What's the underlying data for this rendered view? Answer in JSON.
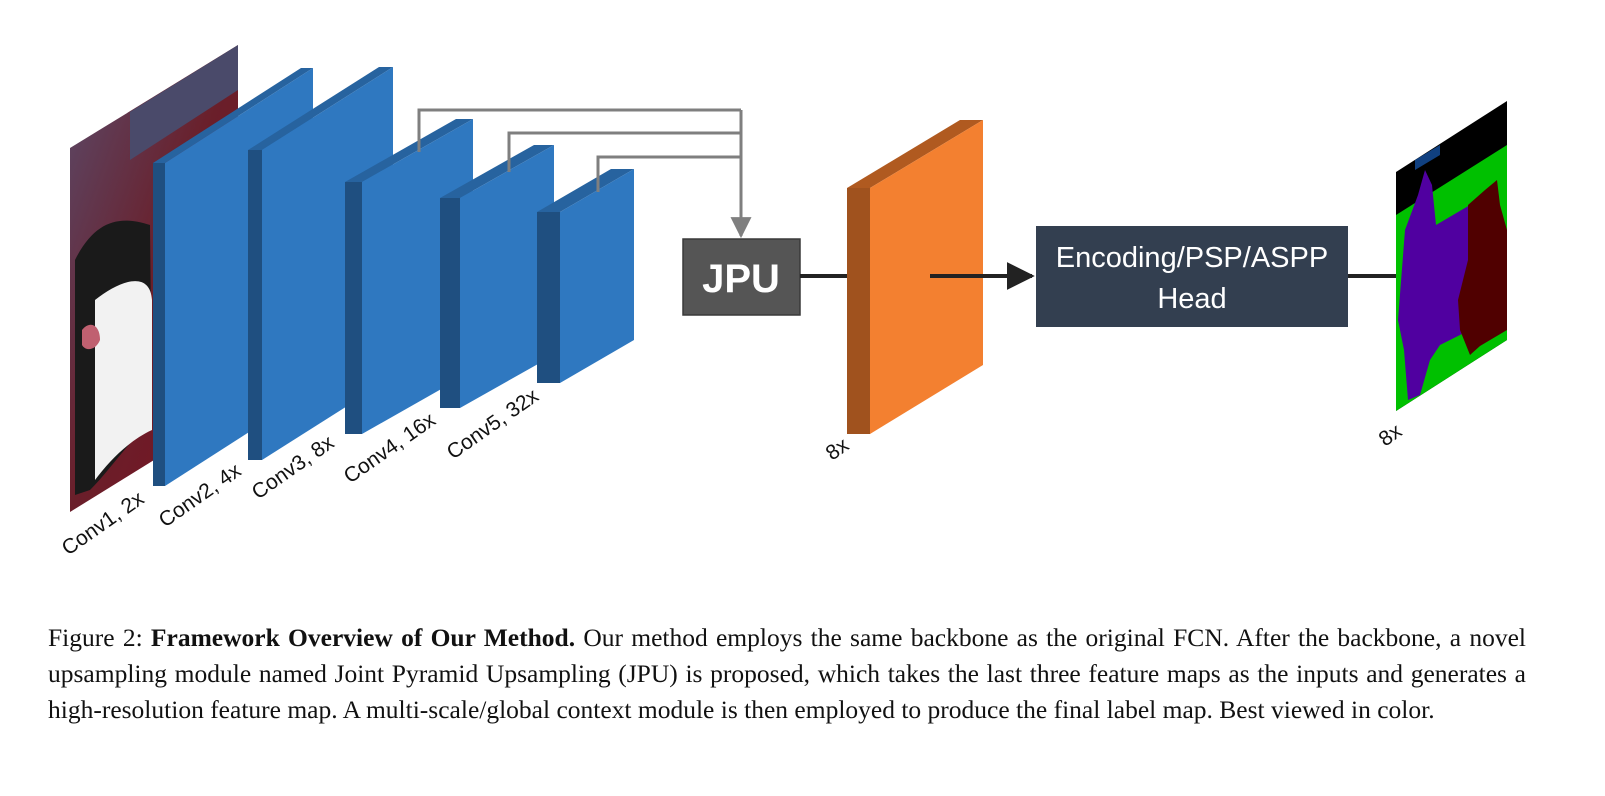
{
  "figure": {
    "layer_labels": [
      "Conv1, 2x",
      "Conv2, 4x",
      "Conv3, 8x",
      "Conv4, 16x",
      "Conv5, 32x"
    ],
    "jpu_label": "JPU",
    "head_label_line1": "Encoding/PSP/ASPP",
    "head_label_line2": "Head",
    "feature_scale_label": "8x",
    "output_scale_label": "8x",
    "colors": {
      "layer_front": "#2f78c0",
      "layer_side": "#1f4f80",
      "feature_front": "#f38030",
      "feature_side": "#a0521e",
      "jpu_box": "#555555",
      "head_box": "#333f50",
      "connector": "#7f7f7f",
      "seg_background": "#000000",
      "seg_grass": "#00c000",
      "seg_dog1": "#5000a0",
      "seg_dog2": "#500000",
      "seg_sign": "#104080"
    }
  },
  "caption": {
    "prefix": "Figure 2: ",
    "title": "Framework Overview of Our Method.",
    "body": " Our method employs the same backbone as the original FCN. After the backbone, a novel upsampling module named Joint Pyramid Upsampling (JPU) is proposed, which takes the last three feature maps as the inputs and generates a high-resolution feature map. A multi-scale/global context module is then employed to produce the final label map. Best viewed in color."
  }
}
